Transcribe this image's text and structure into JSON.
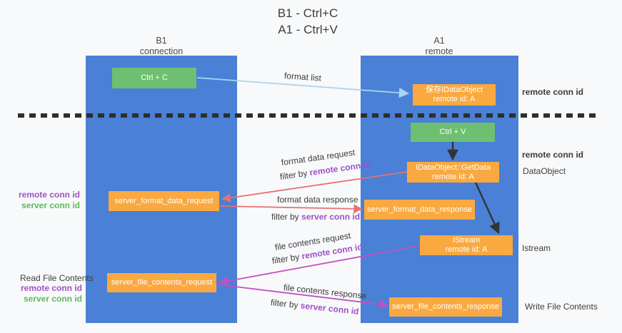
{
  "title": {
    "line1": "B1 - Ctrl+C",
    "line2": "A1 - Ctrl+V"
  },
  "lifelines": {
    "left": {
      "title": "B1",
      "subtitle": "connection"
    },
    "right": {
      "title": "A1",
      "subtitle": "remote"
    }
  },
  "nodes": {
    "ctrl_c": {
      "label": "Ctrl + C"
    },
    "save_idataobject": {
      "line1": "保存IDataObject",
      "line2": "remote id: A"
    },
    "ctrl_v": {
      "label": "Ctrl + V"
    },
    "getdata": {
      "line1": "IDataObject::GetData",
      "line2": "remote id: A"
    },
    "format_request": {
      "label": "server_format_data_request"
    },
    "format_response": {
      "label": "server_format_data_response"
    },
    "istream": {
      "line1": "IStream",
      "line2": "remote id: A"
    },
    "file_request": {
      "label": "server_file_contents_request"
    },
    "file_response": {
      "label": "server_file_contents_response"
    }
  },
  "flow_labels": {
    "format_list": "format list",
    "format_data_request": "format data request",
    "format_data_request_filter_prefix": "filter by ",
    "format_data_request_filter_key": "remote conn id",
    "format_data_response": "format data response",
    "format_data_response_filter_prefix": "filter by ",
    "format_data_response_filter_key": "server conn id",
    "file_contents_request": "file contents request",
    "file_contents_request_filter_prefix": "filter by ",
    "file_contents_request_filter_key": "remote conn id",
    "file_contents_response": "file contents response",
    "file_contents_response_filter_prefix": "filter by ",
    "file_contents_response_filter_key": "server conn id"
  },
  "side_labels": {
    "right_top_conn": "remote conn id",
    "right_mid_conn": "remote conn id",
    "dataobject": "DataObject",
    "istream": "Istream",
    "write_file": "Write File Contents",
    "left_remote_conn_1": "remote conn id",
    "left_server_conn_1": "server conn id",
    "read_file": "Read File Contents",
    "left_remote_conn_2": "remote conn id",
    "left_server_conn_2": "server conn id"
  },
  "colors": {
    "lifeline_blue": "#4a80d6",
    "node_green": "#6fbf72",
    "node_orange": "#f9a940",
    "arrow_light_blue": "#a9d4f2",
    "arrow_black": "#333333",
    "arrow_red": "#e87070",
    "arrow_magenta": "#c44fc4",
    "text_purple": "#a150c8",
    "text_green": "#5cb85f",
    "dashed_divider": "#2e2e2e"
  }
}
